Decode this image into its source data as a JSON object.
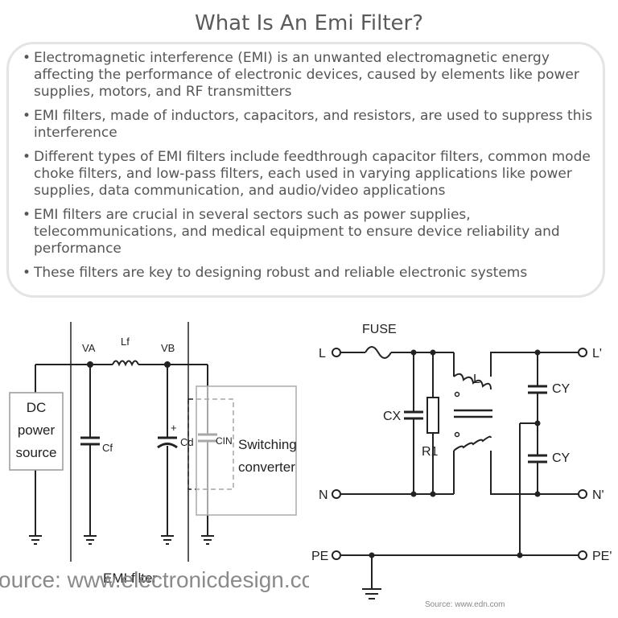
{
  "title": "What Is An Emi Filter?",
  "bullets": [
    "Electromagnetic interference (EMI) is an unwanted electromagnetic energy affecting the performance of electronic devices, caused by elements like power supplies, motors, and RF transmitters",
    "EMI filters, made of inductors, capacitors, and resistors, are used to suppress this interference",
    "Different types of EMI filters include feedthrough capacitor filters, common mode choke filters, and low-pass filters, each used in varying applications like power supplies, data communication, and audio/video applications",
    "EMI filters are crucial in several sectors such as power supplies, telecommunications, and medical equipment to ensure device reliability and performance",
    "These filters are key to designing robust and reliable electronic systems"
  ],
  "left_diagram": {
    "dc_source_lines": [
      "DC",
      "power",
      "source"
    ],
    "node_va": "VA",
    "node_vb": "VB",
    "inductor_label": "Lf",
    "cap_f_label": "Cf",
    "cap_d_label": "Cd",
    "cap_in_label": "CIN",
    "plus_sign": "+",
    "converter_lines": [
      "Switching",
      "converter"
    ],
    "emi_filter_label": "EMI filter",
    "watermark": "ource: www.electronicdesign.com"
  },
  "right_diagram": {
    "fuse_label": "FUSE",
    "terminal_l": "L",
    "terminal_n": "N",
    "terminal_pe": "PE",
    "terminal_l_out": "L'",
    "terminal_n_out": "N'",
    "terminal_pe_out": "PE'",
    "cx_label": "CX",
    "r1_label": "R1",
    "choke_label": "L",
    "cy_top_label": "CY",
    "cy_bottom_label": "CY",
    "source_label": "Source: www.edn.com"
  }
}
